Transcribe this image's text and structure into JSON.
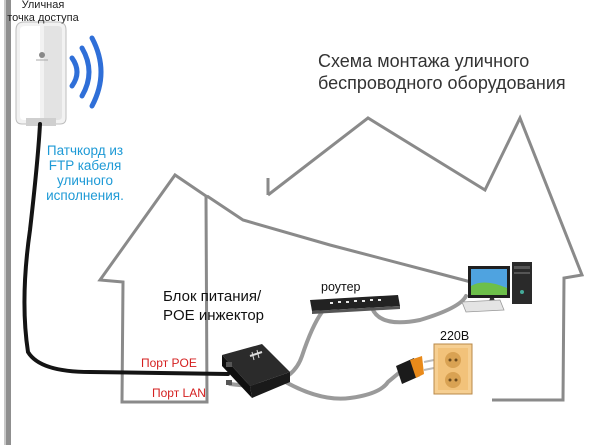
{
  "title": {
    "line1": "Схема монтажа уличного",
    "line2": "беспроводного оборудования"
  },
  "access_point": {
    "label_line1": "Уличная",
    "label_line2": "точка доступа"
  },
  "cable_note": {
    "lines": [
      "Патчкорд из",
      "FTP кабеля",
      "уличного",
      "исполнения."
    ]
  },
  "power_supply": {
    "label_line1": "Блок питания/",
    "label_line2": "POE инжектор",
    "port_poe": "Порт POE",
    "port_lan": "Порт LAN"
  },
  "router": {
    "label": "роутер"
  },
  "outlet": {
    "label": "220В"
  },
  "colors": {
    "cable_note": "#1e9ad6",
    "port_labels": "#d42020",
    "wifi_waves": "#2f6fd8",
    "house_outline": "#8a8a8a",
    "outlet": "#f2c27a"
  },
  "icons": {
    "access_point": "outdoor-access-point-icon",
    "router": "router-icon",
    "injector": "poe-injector-icon",
    "computer": "desktop-computer-icon",
    "outlet": "power-outlet-icon",
    "plug": "power-plug-icon"
  }
}
